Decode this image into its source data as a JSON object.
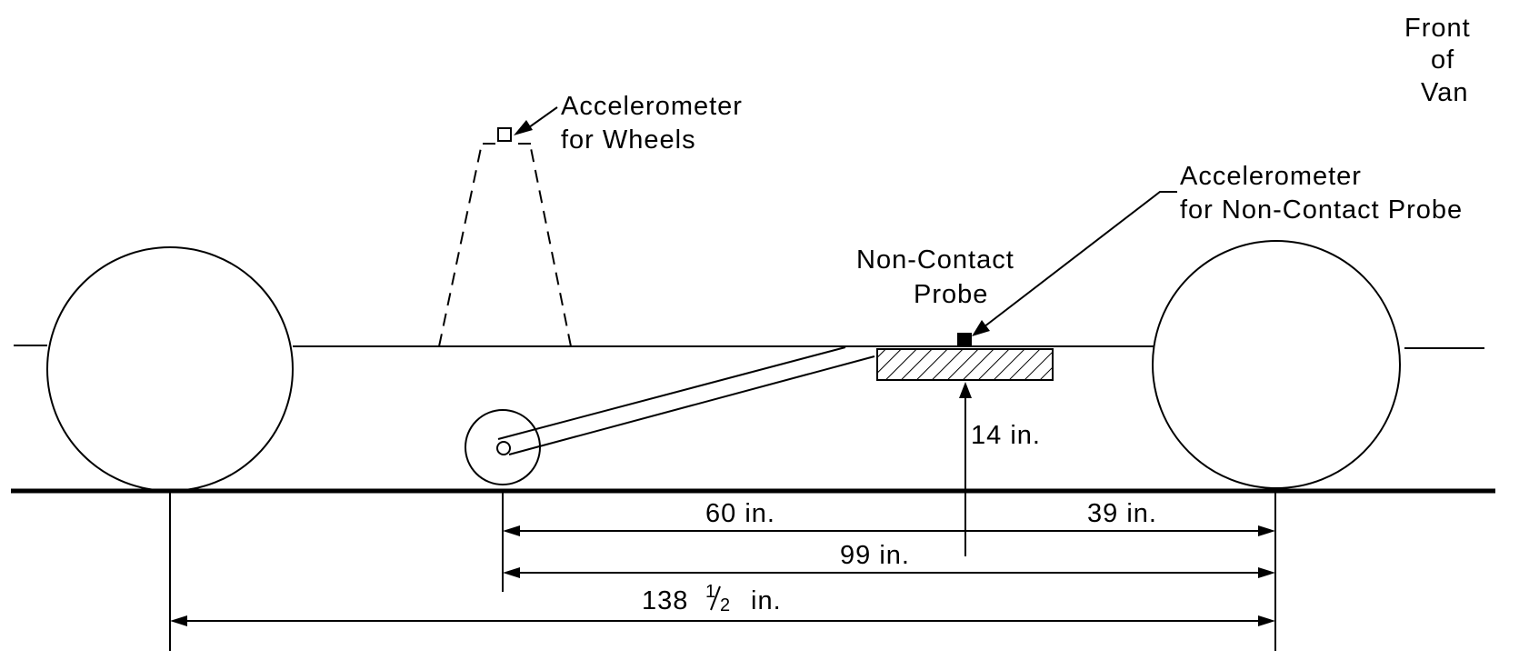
{
  "labels": {
    "front_of_van": [
      "Front",
      "of",
      "Van"
    ],
    "accel_wheels": [
      "Accelerometer",
      "for  Wheels"
    ],
    "accel_probe": [
      "Accelerometer",
      "for Non-Contact Probe"
    ],
    "probe": [
      "Non-Contact",
      "Probe"
    ]
  },
  "dimensions": {
    "height": "14 in.",
    "d60": "60 in.",
    "d39": "39 in.",
    "d99": "99 in.",
    "d138_whole": "138",
    "d138_frac_num": "1",
    "d138_frac_den": "2",
    "d138_unit": "in."
  },
  "colors": {
    "ink": "#000000",
    "paper": "#ffffff"
  }
}
